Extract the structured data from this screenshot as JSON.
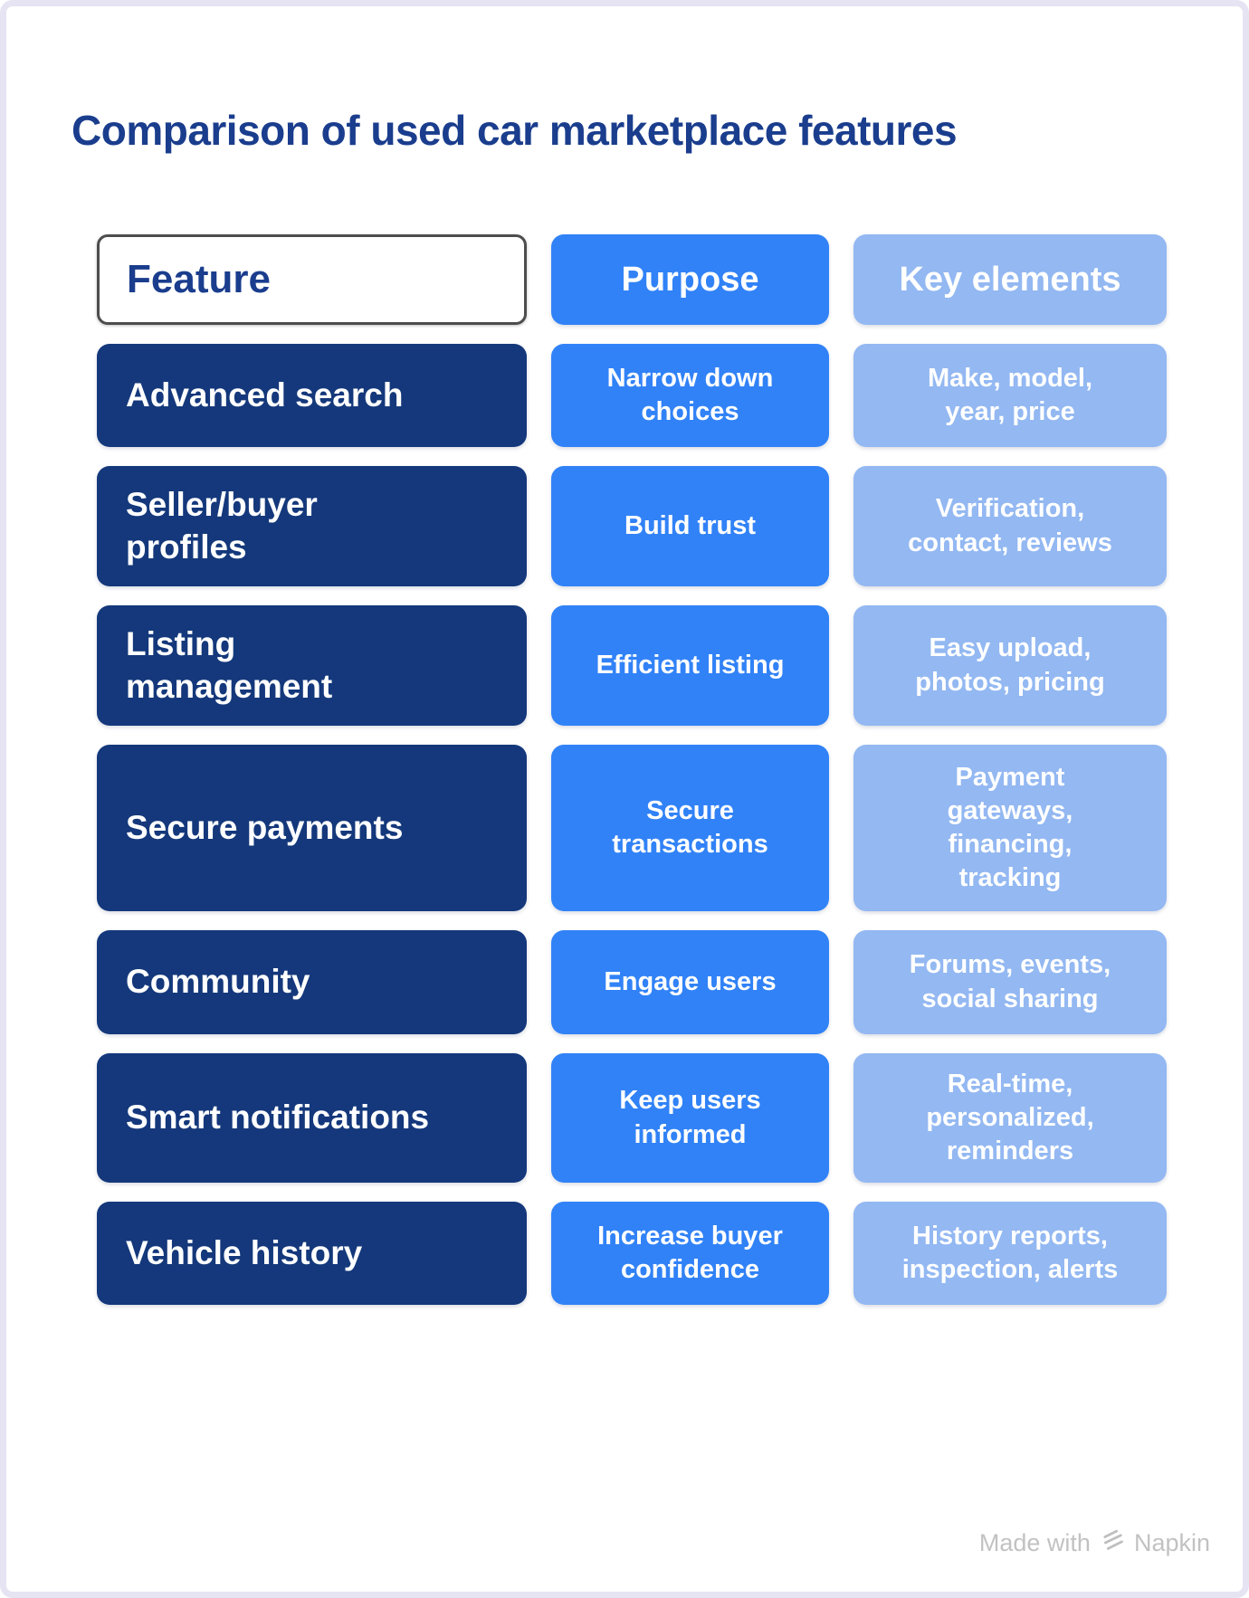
{
  "page": {
    "title": "Comparison of used car marketplace features",
    "footer": {
      "made_with": "Made with",
      "brand": "Napkin"
    }
  },
  "table": {
    "headers": [
      {
        "label": "Feature"
      },
      {
        "label": "Purpose"
      },
      {
        "label": "Key elements"
      }
    ],
    "rows": [
      {
        "feature": "Advanced search",
        "purpose": "Narrow down\nchoices",
        "key_elements": "Make, model,\nyear, price"
      },
      {
        "feature": "Seller/buyer\nprofiles",
        "purpose": "Build trust",
        "key_elements": "Verification,\ncontact, reviews"
      },
      {
        "feature": "Listing\nmanagement",
        "purpose": "Efficient listing",
        "key_elements": "Easy upload,\nphotos, pricing"
      },
      {
        "feature": "Secure payments",
        "purpose": "Secure\ntransactions",
        "key_elements": "Payment\ngateways,\nfinancing,\ntracking"
      },
      {
        "feature": "Community",
        "purpose": "Engage users",
        "key_elements": "Forums, events,\nsocial sharing"
      },
      {
        "feature": "Smart notifications",
        "purpose": "Keep users\ninformed",
        "key_elements": "Real-time,\npersonalized,\nreminders"
      },
      {
        "feature": "Vehicle history",
        "purpose": "Increase buyer\nconfidence",
        "key_elements": "History reports,\ninspection, alerts"
      }
    ]
  },
  "icons": {
    "napkin_logo": "napkin-logo-icon"
  },
  "colors": {
    "title_text": "#1a3d8d",
    "feature_box": "#14387b",
    "purpose_box": "#3182f7",
    "key_elements_box": "#93b8f2",
    "frame_border": "#e6e4f3",
    "footer_text": "#c2c2c2"
  }
}
